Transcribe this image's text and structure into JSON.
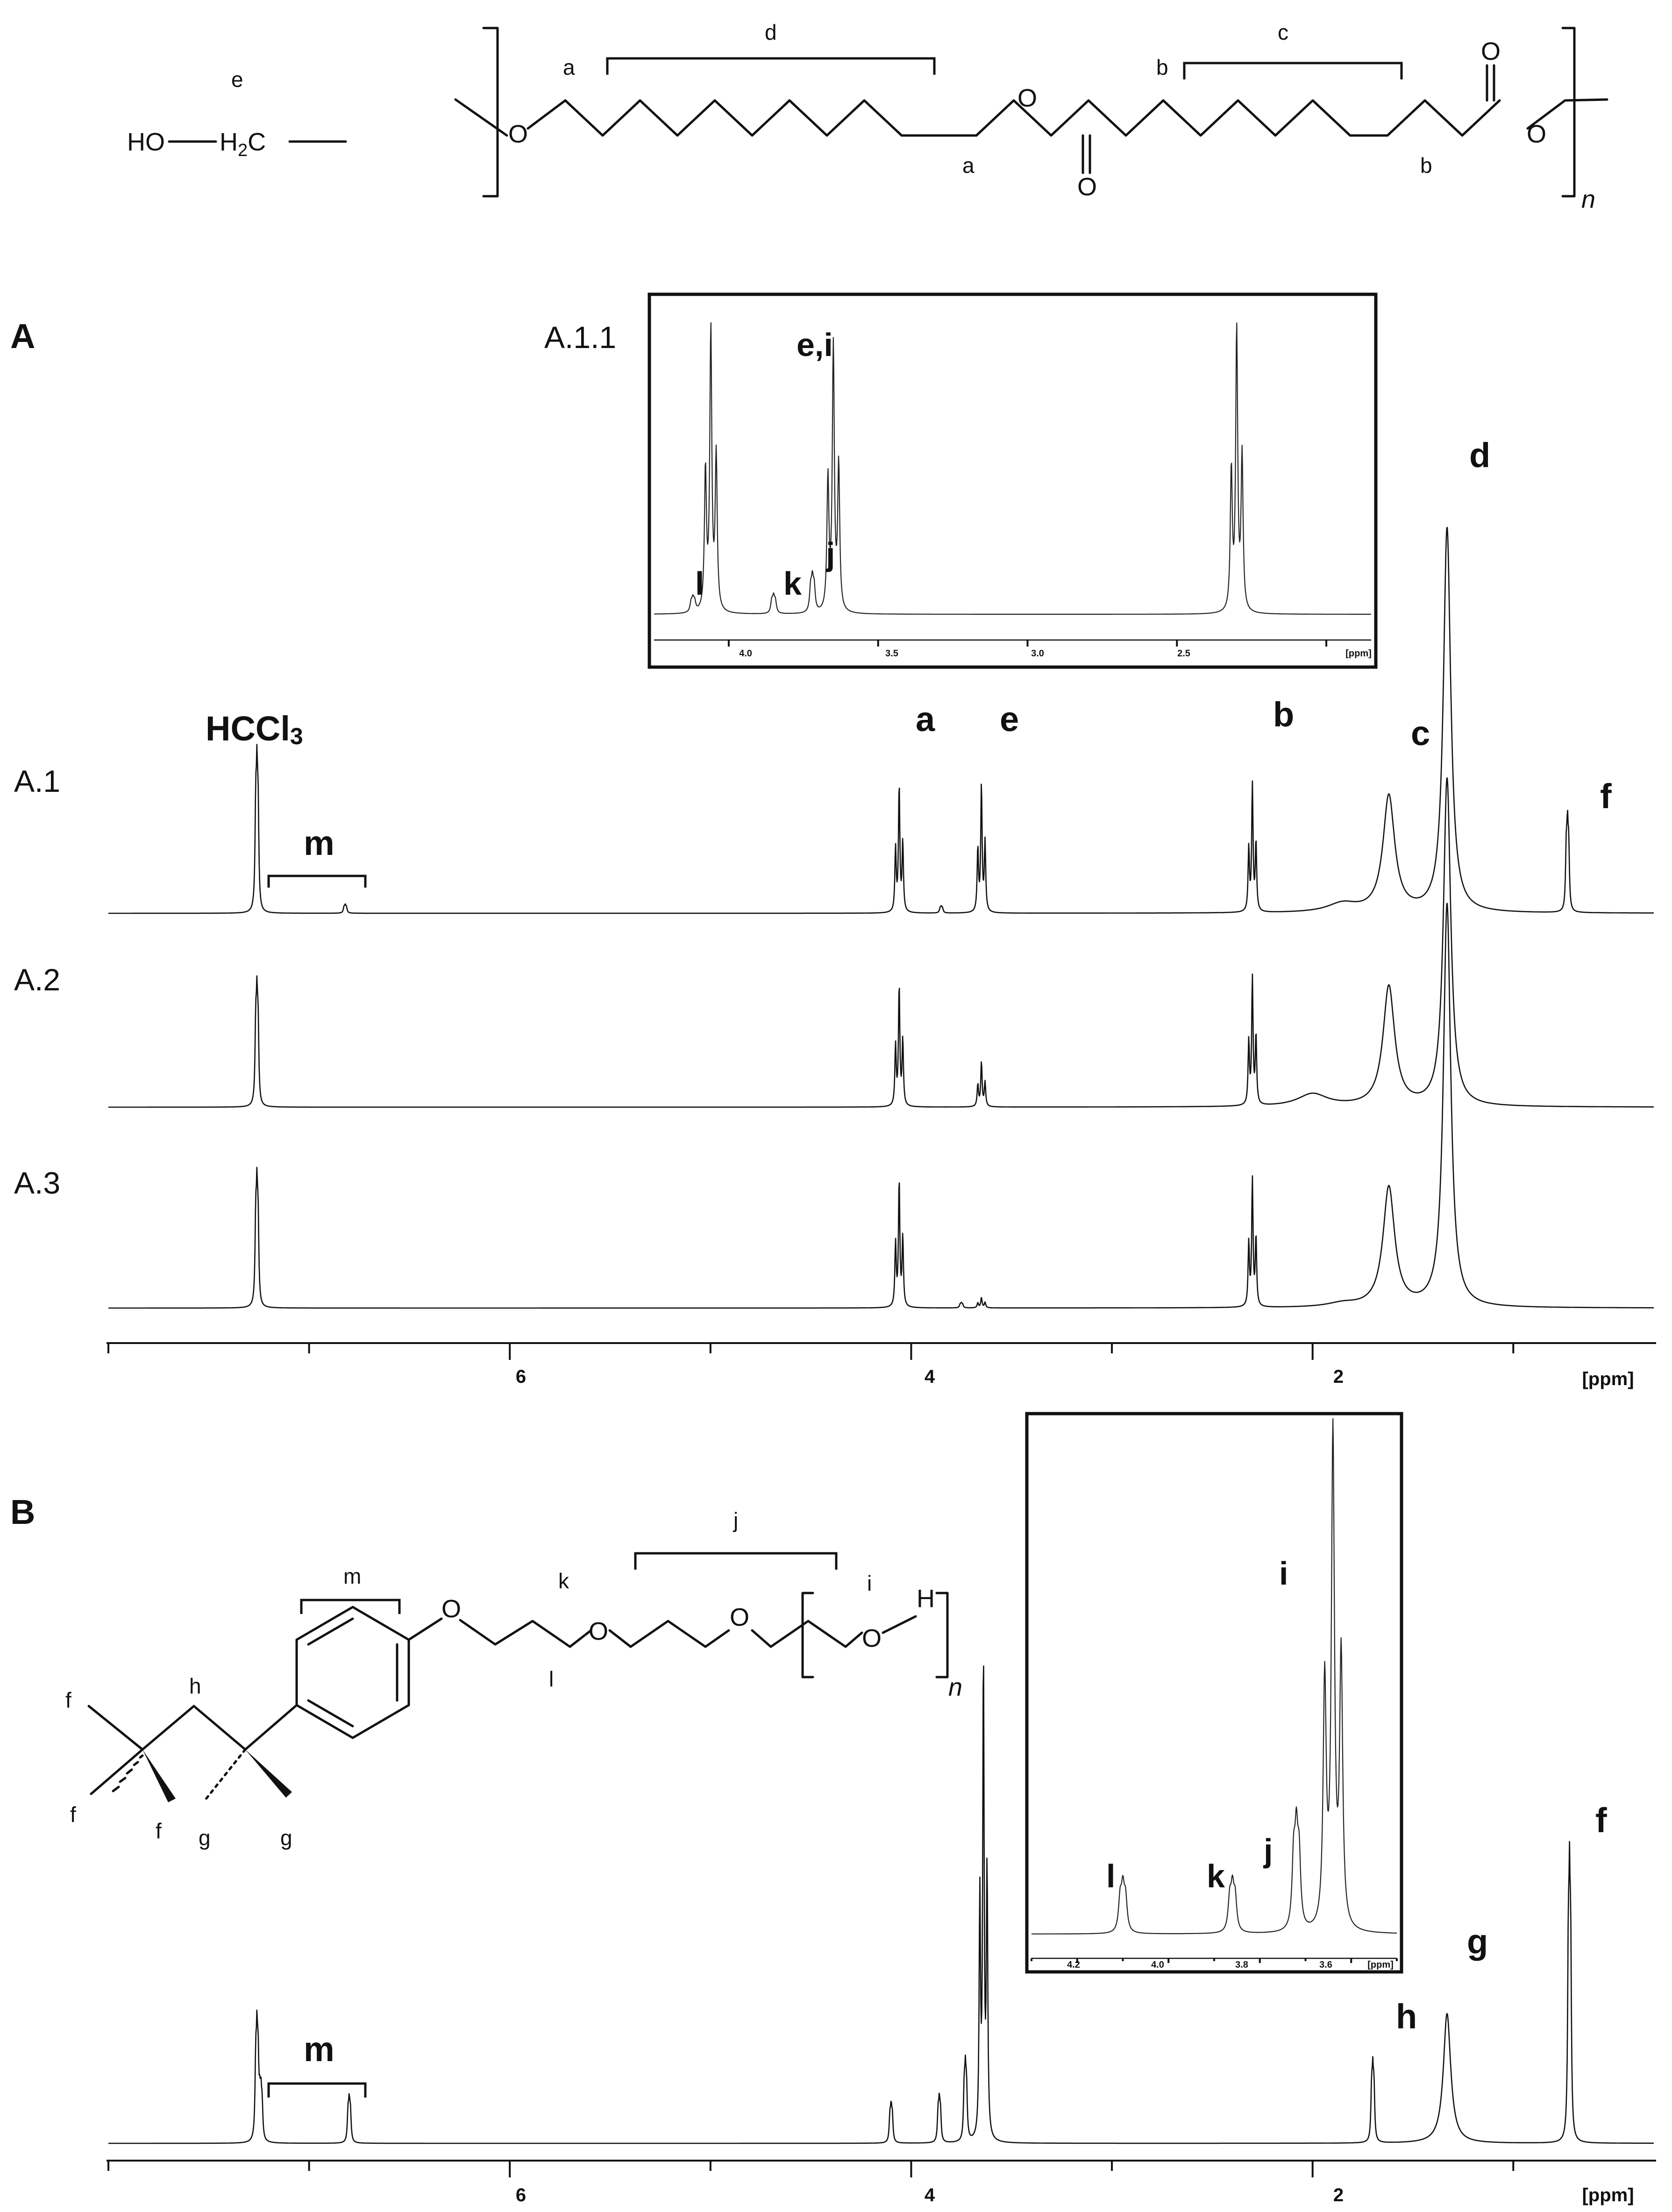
{
  "panel_a": {
    "tag": "A",
    "structure": {
      "hydroxyl_atom": "HO",
      "methylene_atom": "H",
      "methylene_sub": "2",
      "methylene_tail": "C",
      "label_e": "e",
      "ester_o": "O",
      "carbonyl_o": "O",
      "repeat_n": "n",
      "pos_a": "a",
      "pos_b": "b",
      "pos_c": "c",
      "pos_d": "d"
    },
    "peak_labels": {
      "solvent": "HCCl",
      "solvent_sub": "3",
      "m": "m",
      "a": "a",
      "e": "e",
      "b": "b",
      "c": "c",
      "d": "d",
      "f": "f"
    },
    "inset": {
      "label": "A.1.1",
      "l": "l",
      "k": "k",
      "j": "j",
      "ei": "e,i"
    }
  },
  "panel_b": {
    "tag": "B",
    "structure": {
      "ether_o": "O",
      "terminal_h": "H",
      "repeat_n": "n",
      "pos_f": "f",
      "pos_g": "g",
      "pos_h": "h",
      "pos_i": "i",
      "pos_j": "j",
      "pos_k": "k",
      "pos_l": "l",
      "pos_m": "m"
    },
    "peak_labels": {
      "m": "m",
      "h": "h",
      "g": "g",
      "f": "f"
    },
    "inset": {
      "l": "l",
      "k": "k",
      "j": "j",
      "i": "i"
    }
  },
  "chart_data": [
    {
      "type": "line",
      "panel": "A",
      "xlabel": "[ppm]",
      "x_reversed": true,
      "xlim": [
        8.0,
        0.3
      ],
      "xticks": [
        6,
        4,
        2
      ],
      "grid": false,
      "series": [
        {
          "name": "A.1",
          "peaks": [
            {
              "ppm": 7.26,
              "height": 0.9
            },
            {
              "ppm": 6.82,
              "height": 0.05
            },
            {
              "ppm": 4.06,
              "height": 1.0
            },
            {
              "ppm": 3.85,
              "height": 0.04
            },
            {
              "ppm": 3.65,
              "height": 1.0
            },
            {
              "ppm": 2.3,
              "height": 1.0
            },
            {
              "ppm": 1.85,
              "height": 0.07
            },
            {
              "ppm": 1.62,
              "height": 0.92
            },
            {
              "ppm": 1.33,
              "height": 3.05
            },
            {
              "ppm": 0.73,
              "height": 0.55
            }
          ]
        },
        {
          "name": "A.2",
          "peaks": [
            {
              "ppm": 7.26,
              "height": 0.7
            },
            {
              "ppm": 4.06,
              "height": 0.95
            },
            {
              "ppm": 3.65,
              "height": 0.35
            },
            {
              "ppm": 2.3,
              "height": 1.0
            },
            {
              "ppm": 2.0,
              "height": 0.1
            },
            {
              "ppm": 1.62,
              "height": 0.95
            },
            {
              "ppm": 1.33,
              "height": 2.6
            }
          ]
        },
        {
          "name": "A.3",
          "peaks": [
            {
              "ppm": 7.26,
              "height": 0.75
            },
            {
              "ppm": 4.06,
              "height": 1.0
            },
            {
              "ppm": 3.75,
              "height": 0.03
            },
            {
              "ppm": 3.65,
              "height": 0.08
            },
            {
              "ppm": 2.3,
              "height": 1.0
            },
            {
              "ppm": 1.85,
              "height": 0.03
            },
            {
              "ppm": 1.62,
              "height": 0.95
            },
            {
              "ppm": 1.33,
              "height": 3.2
            }
          ]
        }
      ]
    },
    {
      "type": "line",
      "panel": "A.1.1",
      "xlabel": "[ppm]",
      "x_reversed": true,
      "xlim": [
        4.25,
        1.85
      ],
      "xticks": [
        4.0,
        3.5,
        3.0,
        2.5
      ],
      "grid": false,
      "series": [
        {
          "name": "",
          "peaks": [
            {
              "ppm": 4.12,
              "height": 0.04
            },
            {
              "ppm": 4.06,
              "height": 1.0
            },
            {
              "ppm": 3.85,
              "height": 0.05
            },
            {
              "ppm": 3.72,
              "height": 0.1
            },
            {
              "ppm": 3.65,
              "height": 0.94
            },
            {
              "ppm": 2.3,
              "height": 1.0
            }
          ]
        }
      ]
    },
    {
      "type": "line",
      "panel": "B",
      "xlabel": "[ppm]",
      "x_reversed": true,
      "xlim": [
        8.0,
        0.3
      ],
      "xticks": [
        6,
        4,
        2
      ],
      "grid": false,
      "series": [
        {
          "name": "",
          "peaks": [
            {
              "ppm": 7.26,
              "height": 0.18
            },
            {
              "ppm": 7.24,
              "height": 0.08
            },
            {
              "ppm": 6.8,
              "height": 0.07
            },
            {
              "ppm": 4.1,
              "height": 0.06
            },
            {
              "ppm": 3.86,
              "height": 0.07
            },
            {
              "ppm": 3.73,
              "height": 0.12
            },
            {
              "ppm": 3.64,
              "height": 1.0
            },
            {
              "ppm": 1.7,
              "height": 0.12
            },
            {
              "ppm": 1.33,
              "height": 0.27
            },
            {
              "ppm": 0.72,
              "height": 0.42
            }
          ]
        }
      ]
    },
    {
      "type": "line",
      "panel": "B inset",
      "xlabel": "[ppm]",
      "x_reversed": true,
      "xlim": [
        4.3,
        3.5
      ],
      "xticks": [
        4.2,
        4.0,
        3.8,
        3.6
      ],
      "grid": false,
      "series": [
        {
          "name": "",
          "peaks": [
            {
              "ppm": 4.1,
              "height": 0.08
            },
            {
              "ppm": 3.86,
              "height": 0.08
            },
            {
              "ppm": 3.72,
              "height": 0.17
            },
            {
              "ppm": 3.64,
              "height": 1.0
            }
          ]
        }
      ]
    }
  ]
}
